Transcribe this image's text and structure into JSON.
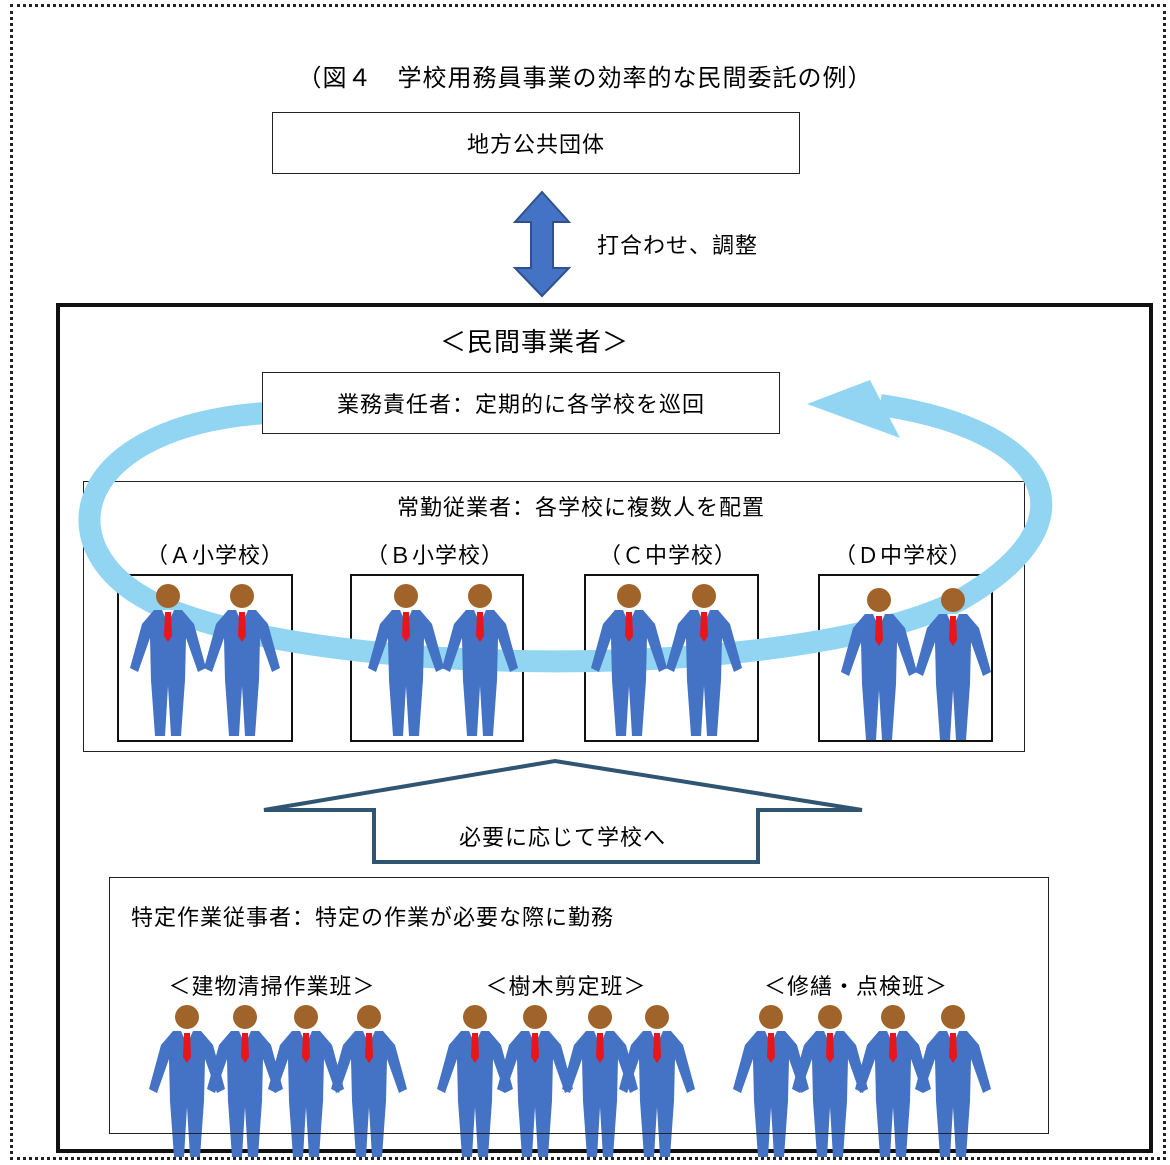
{
  "title": "（図４　学校用務員事業の効率的な民間委託の例）",
  "government": "地方公共団体",
  "coordination": "打合わせ、調整",
  "private_operator": "＜民間事業者＞",
  "manager": "業務責任者：定期的に各学校を巡回",
  "regular_staff": {
    "label": "常勤従業者：各学校に複数人を配置",
    "schools": [
      "（Ａ小学校）",
      "（Ｂ小学校）",
      "（Ｃ中学校）",
      "（Ｄ中学校）"
    ]
  },
  "dispatch": "必要に応じて学校へ",
  "special_staff": {
    "label": "特定作業従事者：特定の作業が必要な際に勤務",
    "teams": [
      "＜建物清掃作業班＞",
      "＜樹木剪定班＞",
      "＜修繕・点検班＞"
    ]
  },
  "colors": {
    "suit": "#4472c4",
    "head": "#a0632a",
    "tie": "#e8151b",
    "cycle_arrow": "#92d5f3",
    "double_arrow": "#4472c4"
  }
}
